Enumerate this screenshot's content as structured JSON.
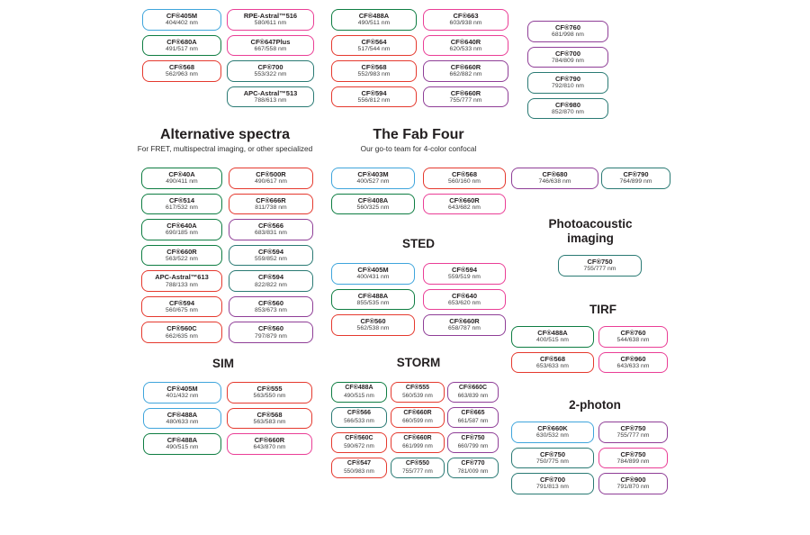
{
  "palette": {
    "blue": "#3fa5dc",
    "green": "#0e7d42",
    "teal": "#2a7a74",
    "red": "#e5392e",
    "pink": "#ea3e96",
    "purple": "#8f3e97"
  },
  "headings": {
    "alt": {
      "title": "Alternative spectra",
      "subtitle": "For FRET, multispectral imaging, or other specialized"
    },
    "fab": {
      "title": "The Fab Four",
      "subtitle": "Our go-to team for 4-color confocal"
    },
    "sted": "STED",
    "photoacoustic": "Photoacoustic imaging",
    "tirf": "TIRF",
    "sim": "SIM",
    "storm": "STORM",
    "twophoton": "2-photon"
  },
  "columns": [
    {
      "id": "top-a",
      "boxes": [
        {
          "name": "CF®405M",
          "value": "404/402 nm",
          "color": "blue"
        },
        {
          "name": "CF®680A",
          "value": "491/517 nm",
          "color": "green"
        },
        {
          "name": "CF®568",
          "value": "562/963 nm",
          "color": "red"
        }
      ]
    },
    {
      "id": "top-b",
      "boxes": [
        {
          "name": "RPE-Astral™516",
          "value": "580/611 nm",
          "color": "pink"
        },
        {
          "name": "CF®647Plus",
          "value": "667/558 nm",
          "color": "pink"
        },
        {
          "name": "CF®700",
          "value": "553/322 nm",
          "color": "teal"
        },
        {
          "name": "APC-Astral™513",
          "value": "788/613 nm",
          "color": "teal"
        }
      ]
    },
    {
      "id": "top-c",
      "boxes": [
        {
          "name": "CF®488A",
          "value": "490/511 nm",
          "color": "green"
        },
        {
          "name": "CF®564",
          "value": "517/544 nm",
          "color": "red"
        },
        {
          "name": "CF®568",
          "value": "552/983 nm",
          "color": "red"
        },
        {
          "name": "CF®594",
          "value": "556/812 nm",
          "color": "red"
        }
      ]
    },
    {
      "id": "top-d",
      "boxes": [
        {
          "name": "CF®663",
          "value": "603/938 nm",
          "color": "pink"
        },
        {
          "name": "CF®640R",
          "value": "620/533 nm",
          "color": "pink"
        },
        {
          "name": "CF®660R",
          "value": "662/882 nm",
          "color": "purple"
        },
        {
          "name": "CF®660R",
          "value": "755/777 nm",
          "color": "purple"
        }
      ]
    },
    {
      "id": "top-e",
      "boxes": [
        {
          "name": "CF®760",
          "value": "681/998 nm",
          "color": "purple"
        },
        {
          "name": "CF®700",
          "value": "784/809 nm",
          "color": "purple"
        },
        {
          "name": "CF®790",
          "value": "792/810 nm",
          "color": "teal"
        },
        {
          "name": "CF®980",
          "value": "852/870 nm",
          "color": "teal"
        }
      ]
    },
    {
      "id": "alt-l",
      "boxes": [
        {
          "name": "CF®40A",
          "value": "490/411 nm",
          "color": "green"
        },
        {
          "name": "CF®514",
          "value": "617/532 nm",
          "color": "green"
        },
        {
          "name": "CF®640A",
          "value": "690/185 nm",
          "color": "green"
        },
        {
          "name": "CF®660R",
          "value": "563/522 nm",
          "color": "green"
        },
        {
          "name": "APC-Astral™613",
          "value": "788/133 nm",
          "color": "red"
        },
        {
          "name": "CF®594",
          "value": "560/675 nm",
          "color": "red"
        },
        {
          "name": "CF®560C",
          "value": "662/635 nm",
          "color": "red"
        }
      ]
    },
    {
      "id": "alt-r",
      "boxes": [
        {
          "name": "CF®500R",
          "value": "490/617 nm",
          "color": "red"
        },
        {
          "name": "CF®666R",
          "value": "811/738 nm",
          "color": "red"
        },
        {
          "name": "CF®566",
          "value": "683/831 nm",
          "color": "purple"
        },
        {
          "name": "CF®594",
          "value": "559/852 nm",
          "color": "teal"
        },
        {
          "name": "CF®594",
          "value": "822/822 nm",
          "color": "teal"
        },
        {
          "name": "CF®560",
          "value": "853/673 nm",
          "color": "purple"
        },
        {
          "name": "CF®560",
          "value": "797/879 nm",
          "color": "purple"
        }
      ]
    },
    {
      "id": "fab-l",
      "boxes": [
        {
          "name": "CF®403M",
          "value": "400/527 nm",
          "color": "blue"
        },
        {
          "name": "CF®408A",
          "value": "560/325 nm",
          "color": "green"
        }
      ]
    },
    {
      "id": "fab-r",
      "boxes": [
        {
          "name": "CF®568",
          "value": "560/160 nm",
          "color": "red"
        },
        {
          "name": "CF®660R",
          "value": "643/682 nm",
          "color": "pink"
        }
      ]
    },
    {
      "id": "sted-l",
      "boxes": [
        {
          "name": "CF®405M",
          "value": "400/431 nm",
          "color": "blue"
        },
        {
          "name": "CF®488A",
          "value": "855/535 nm",
          "color": "green"
        },
        {
          "name": "CF®560",
          "value": "562/538 nm",
          "color": "red"
        }
      ]
    },
    {
      "id": "sted-r",
      "boxes": [
        {
          "name": "CF®594",
          "value": "559/519 nm",
          "color": "pink"
        },
        {
          "name": "CF®640",
          "value": "653/620 nm",
          "color": "pink"
        },
        {
          "name": "CF®660R",
          "value": "658/787 nm",
          "color": "purple"
        }
      ]
    },
    {
      "id": "pair-a",
      "boxes": [
        {
          "name": "CF®680",
          "value": "746/638 nm",
          "color": "purple"
        }
      ]
    },
    {
      "id": "pair-b",
      "boxes": [
        {
          "name": "CF®790",
          "value": "764/899 nm",
          "color": "teal"
        }
      ]
    },
    {
      "id": "photo",
      "boxes": [
        {
          "name": "CF®750",
          "value": "755/777 nm",
          "color": "teal"
        }
      ]
    },
    {
      "id": "tirf-l",
      "boxes": [
        {
          "name": "CF®488A",
          "value": "400/515 nm",
          "color": "green"
        },
        {
          "name": "CF®568",
          "value": "653/633 nm",
          "color": "red"
        }
      ]
    },
    {
      "id": "tirf-r",
      "boxes": [
        {
          "name": "CF®760",
          "value": "544/638 nm",
          "color": "pink"
        },
        {
          "name": "CF®960",
          "value": "643/633 nm",
          "color": "pink"
        }
      ]
    },
    {
      "id": "sim-l",
      "boxes": [
        {
          "name": "CF®405M",
          "value": "401/432 nm",
          "color": "blue"
        },
        {
          "name": "CF®488A",
          "value": "480/633 nm",
          "color": "blue"
        },
        {
          "name": "CF®488A",
          "value": "490/515 nm",
          "color": "green"
        }
      ]
    },
    {
      "id": "sim-r",
      "boxes": [
        {
          "name": "CF®555",
          "value": "563/550 nm",
          "color": "red"
        },
        {
          "name": "CF®568",
          "value": "563/583 nm",
          "color": "red"
        },
        {
          "name": "CF®660R",
          "value": "643/870 nm",
          "color": "pink"
        }
      ]
    },
    {
      "id": "storm-1",
      "boxes": [
        {
          "name": "CF®488A",
          "value": "490/515 nm",
          "color": "green"
        },
        {
          "name": "CF®566",
          "value": "566/533 nm",
          "color": "teal"
        },
        {
          "name": "CF®560C",
          "value": "590/672 nm",
          "color": "red"
        },
        {
          "name": "CF®547",
          "value": "550/983 nm",
          "color": "red"
        }
      ]
    },
    {
      "id": "storm-2",
      "boxes": [
        {
          "name": "CF®555",
          "value": "560/539 nm",
          "color": "red"
        },
        {
          "name": "CF®660R",
          "value": "660/599 nm",
          "color": "red"
        },
        {
          "name": "CF®660R",
          "value": "661/999 nm",
          "color": "red"
        },
        {
          "name": "CF®550",
          "value": "755/777 nm",
          "color": "teal"
        }
      ]
    },
    {
      "id": "storm-3",
      "boxes": [
        {
          "name": "CF®660C",
          "value": "663/839 nm",
          "color": "purple"
        },
        {
          "name": "CF®665",
          "value": "661/587 nm",
          "color": "purple"
        },
        {
          "name": "CF®750",
          "value": "660/799 nm",
          "color": "purple"
        },
        {
          "name": "CF®770",
          "value": "781/009 nm",
          "color": "teal"
        }
      ]
    },
    {
      "id": "twop-l",
      "boxes": [
        {
          "name": "CF®660K",
          "value": "630/532 nm",
          "color": "blue"
        },
        {
          "name": "CF®750",
          "value": "750/775 nm",
          "color": "teal"
        },
        {
          "name": "CF®700",
          "value": "791/813 nm",
          "color": "teal"
        }
      ]
    },
    {
      "id": "twop-r",
      "boxes": [
        {
          "name": "CF®750",
          "value": "755/777 nm",
          "color": "purple"
        },
        {
          "name": "CF®750",
          "value": "784/899 nm",
          "color": "pink"
        },
        {
          "name": "CF®900",
          "value": "791/870 nm",
          "color": "purple"
        }
      ]
    }
  ]
}
